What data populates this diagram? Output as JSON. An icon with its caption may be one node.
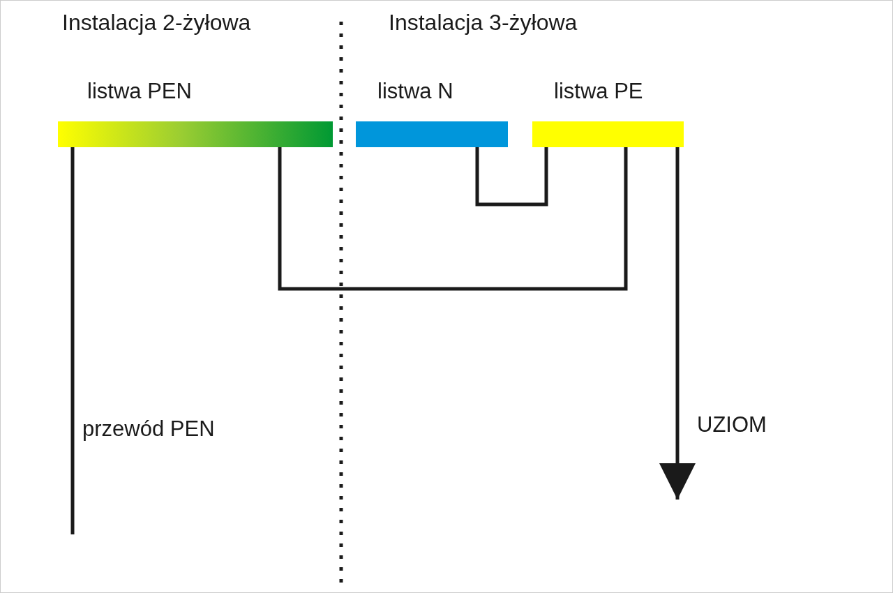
{
  "diagram": {
    "nodes": [
      {
        "text": [
          "listwa PEN"
        ]
      },
      {
        "text": [
          "listwa N"
        ]
      },
      {
        "text": [
          "listwa PE"
        ]
      }
    ],
    "edges": [
      {
        "from": 0,
        "to": null,
        "arrow": "none",
        "label": "przewód PEN"
      },
      {
        "from": 0,
        "to": 2,
        "arrow": "none"
      },
      {
        "from": 1,
        "to": 2,
        "arrow": "none"
      },
      {
        "from": 2,
        "to": null,
        "arrow": "to",
        "label": "UZIOM"
      }
    ],
    "labels": [
      "Instalacja 2-żyłowa",
      "Instalacja 3-żyłowa"
    ]
  }
}
